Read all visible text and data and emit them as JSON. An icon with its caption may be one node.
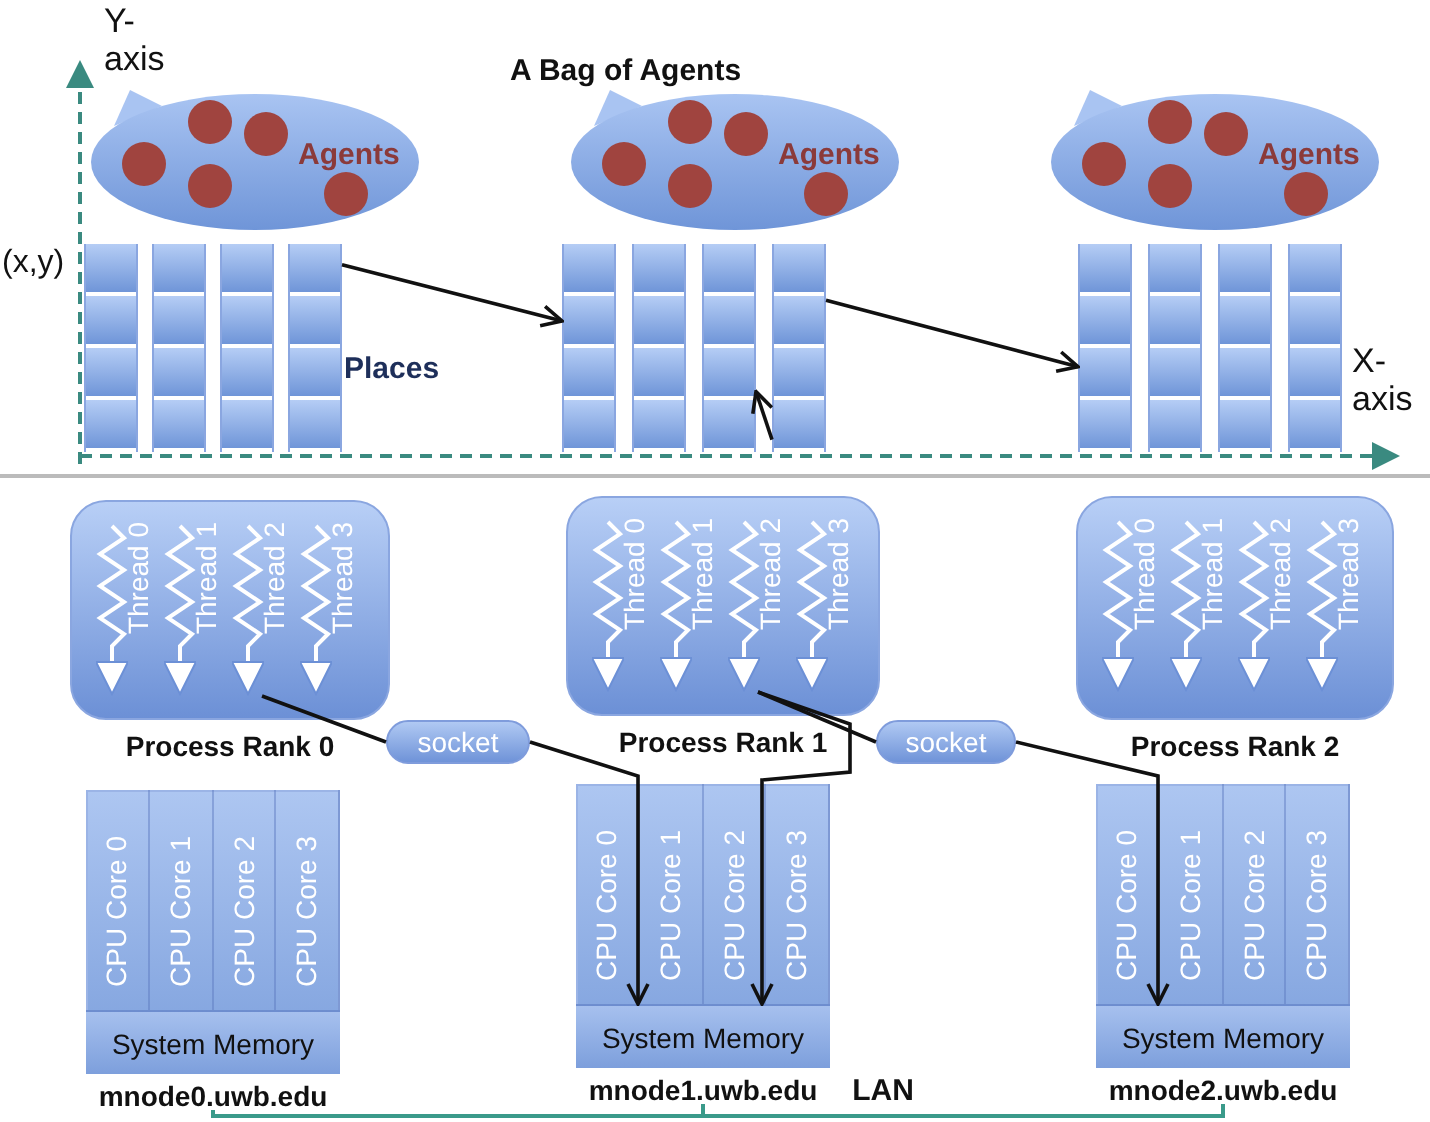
{
  "diagram": {
    "nodes": [
      {
        "text": [
          "Agents"
        ]
      },
      {
        "text": [
          "Agents"
        ]
      },
      {
        "text": [
          "Agents"
        ]
      },
      {
        "text": [],
        "shape": "bar"
      },
      {
        "text": [],
        "shape": "bar"
      },
      {
        "text": [],
        "shape": "bar"
      },
      {
        "text": [],
        "shape": "bar"
      },
      {
        "text": [],
        "shape": "bar"
      },
      {
        "text": [],
        "shape": "bar"
      },
      {
        "text": [],
        "shape": "bar"
      },
      {
        "text": [],
        "shape": "bar"
      },
      {
        "text": [],
        "shape": "bar"
      },
      {
        "text": [],
        "shape": "bar"
      },
      {
        "text": [],
        "shape": "bar"
      },
      {
        "text": [],
        "shape": "bar"
      },
      {
        "text": [
          "Process Rank 0"
        ]
      },
      {
        "text": [
          "Thread 0"
        ],
        "in": 15
      },
      {
        "text": [
          "Thread 1"
        ],
        "in": 15
      },
      {
        "text": [
          "Thread 2"
        ],
        "in": 15
      },
      {
        "text": [
          "Thread 3"
        ],
        "in": 15
      },
      {
        "text": [
          "socket"
        ]
      },
      {
        "text": [
          "Process Rank 1"
        ]
      },
      {
        "text": [
          "Thread 0"
        ],
        "in": 21
      },
      {
        "text": [
          "Thread 1"
        ],
        "in": 21
      },
      {
        "text": [
          "Thread 2"
        ],
        "in": 21
      },
      {
        "text": [
          "Thread 3"
        ],
        "in": 21
      },
      {
        "text": [
          "socket"
        ]
      },
      {
        "text": [
          "Process Rank 2"
        ]
      },
      {
        "text": [
          "Thread 0"
        ],
        "in": 27
      },
      {
        "text": [
          "Thread 1"
        ],
        "in": 27
      },
      {
        "text": [
          "Thread 2"
        ],
        "in": 27
      },
      {
        "text": [
          "Thread 3"
        ],
        "in": 27
      },
      {
        "text": [
          "mnode0.uwb.edu"
        ]
      },
      {
        "text": [
          "CPU Core 0"
        ],
        "in": 32
      },
      {
        "text": [
          "CPU Core 1"
        ],
        "in": 32
      },
      {
        "text": [
          "CPU Core 2"
        ],
        "in": 32
      },
      {
        "text": [
          "CPU Core 3"
        ],
        "in": 32
      },
      {
        "text": [
          "System Memory"
        ],
        "in": 32
      },
      {
        "text": [
          "mnode1.uwb.edu"
        ]
      },
      {
        "text": [
          "CPU Core 0"
        ],
        "in": 38
      },
      {
        "text": [
          "CPU Core 1"
        ],
        "in": 38
      },
      {
        "text": [
          "CPU Core 2"
        ],
        "in": 38
      },
      {
        "text": [
          "CPU Core 3"
        ],
        "in": 38
      },
      {
        "text": [
          "System Memory"
        ],
        "in": 38
      },
      {
        "text": [
          "mnode2.uwb.edu"
        ]
      },
      {
        "text": [
          "CPU Core 0"
        ],
        "in": 44
      },
      {
        "text": [
          "CPU Core 1"
        ],
        "in": 44
      },
      {
        "text": [
          "CPU Core 2"
        ],
        "in": 44
      },
      {
        "text": [
          "CPU Core 3"
        ],
        "in": 44
      },
      {
        "text": [
          "System Memory"
        ],
        "in": 44
      }
    ],
    "edges": [
      {
        "from": 6,
        "to": 7,
        "arrow": "to"
      },
      {
        "from": 10,
        "to": 11,
        "arrow": "to"
      },
      {
        "from": 10,
        "to": 9,
        "arrow": "to"
      },
      {
        "from": 18,
        "to": 20,
        "arrow": "none"
      },
      {
        "from": 20,
        "to": 43,
        "arrow": "to"
      },
      {
        "from": 24,
        "to": 43,
        "arrow": "to"
      },
      {
        "from": 24,
        "to": 26,
        "arrow": "none"
      },
      {
        "from": 26,
        "to": 49,
        "arrow": "to"
      },
      {
        "from": 32,
        "to": 38,
        "arrow": "none",
        "color": "#3a9a8a"
      },
      {
        "from": 38,
        "to": 44,
        "arrow": "none",
        "label": "LAN",
        "color": "#3a9a8a"
      }
    ],
    "labels": [
      "Y- axis",
      "A Bag of Agents",
      "(x,y)",
      "Places",
      "X- axis"
    ]
  }
}
